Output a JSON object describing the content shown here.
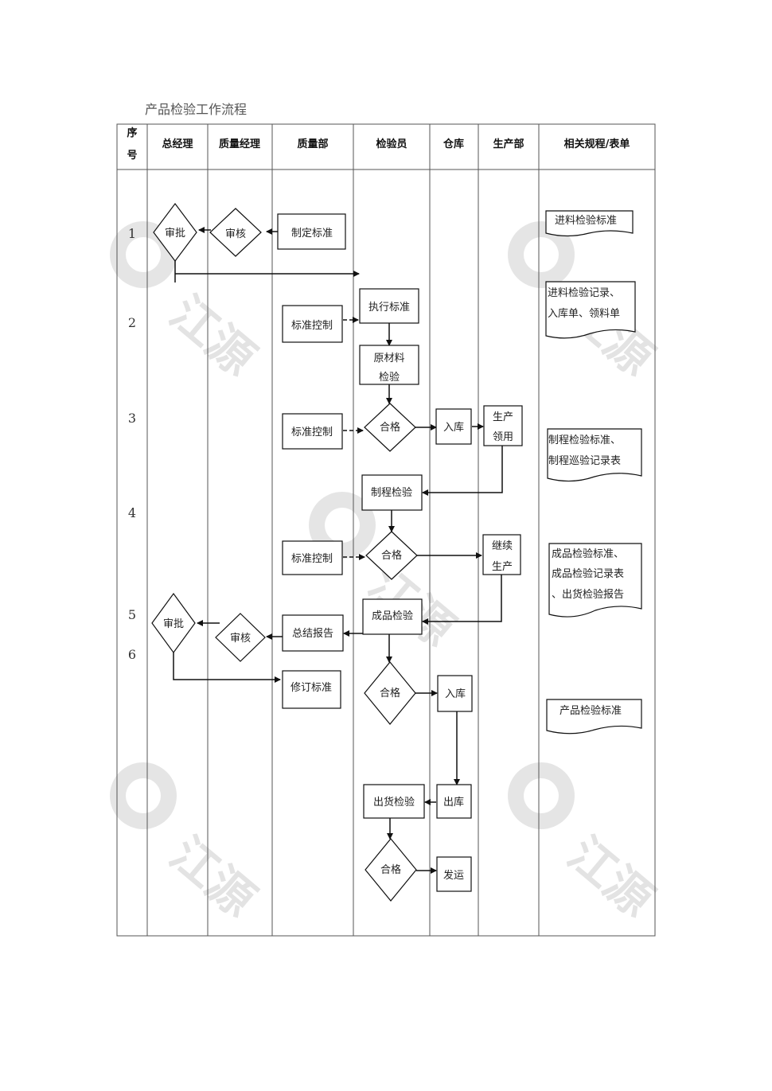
{
  "page_title": "产品检验工作流程",
  "columns": [
    "序",
    "号",
    "总经理",
    "质量经理",
    "质量部",
    "检验员",
    "仓库",
    "生产部",
    "相关规程/表单"
  ],
  "row_numbers": [
    "1",
    "2",
    "3",
    "4",
    "5",
    "6"
  ],
  "nodes": {
    "approve_1": "审批",
    "review_1": "审核",
    "set_standard": "制定标准",
    "execute_standard": "执行标准",
    "std_control_1": "标准控制",
    "raw_material_1": "原材料",
    "raw_material_2": "检验",
    "qualified_1": "合格",
    "std_control_2": "标准控制",
    "warehouse_in_1": "入库",
    "prod_use_1": "生产",
    "prod_use_2": "领用",
    "process_inspect": "制程检验",
    "qualified_2": "合格",
    "std_control_3": "标准控制",
    "continue_prod_1": "继续",
    "continue_prod_2": "生产",
    "finished_inspect": "成品检验",
    "summary_report": "总结报告",
    "review_2": "审核",
    "approve_2": "审批",
    "revise_standard": "修订标准",
    "qualified_3": "合格",
    "warehouse_in_2": "入库",
    "warehouse_out": "出库",
    "shipping_inspect": "出货检验",
    "qualified_4": "合格",
    "dispatch": "发运"
  },
  "documents": {
    "doc1": [
      "进料检验标准"
    ],
    "doc2": [
      "进料检验记录、",
      "入库单、领料单"
    ],
    "doc3": [
      "制程检验标准、",
      "制程巡验记录表"
    ],
    "doc4": [
      "成品检验标准、",
      "成品检验记录表",
      "、出货检验报告"
    ],
    "doc5": [
      "产品检验标准"
    ]
  },
  "watermark": "江源"
}
